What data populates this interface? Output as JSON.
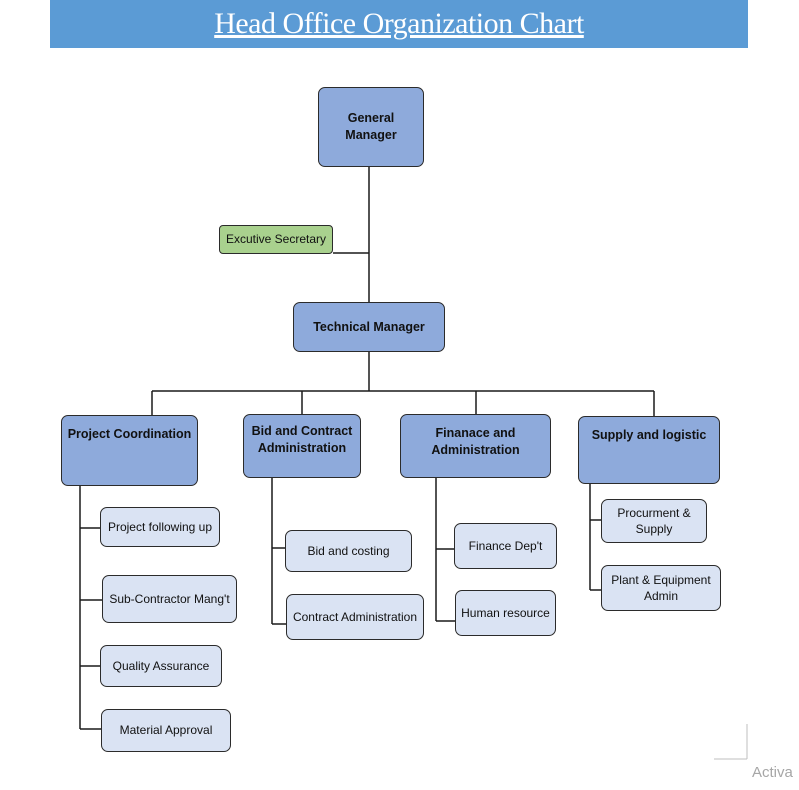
{
  "title": "Head Office Organization Chart",
  "nodes": {
    "general_manager": "General Manager",
    "executive_secretary": "Excutive Secretary",
    "technical_manager": "Technical Manager",
    "project_coordination": "Project Coordination",
    "bid_contract_admin": "Bid and Contract Administration",
    "finance_admin": "Finanace and Administration",
    "supply_logistic": "Supply and logistic",
    "project_following_up": "Project following up",
    "subcontractor_mgmt": "Sub-Contractor Mang't",
    "quality_assurance": "Quality Assurance",
    "material_approval": "Material Approval",
    "bid_costing": "Bid  and costing",
    "contract_administration": "Contract Administration",
    "finance_dept": "Finance Dep't",
    "human_resource": "Human resource",
    "procurement_supply": "Procurment  & Supply",
    "plant_equipment_admin": "Plant & Equipment  Admin"
  },
  "watermark": "Activa",
  "colors": {
    "title_bar": "#5b9bd5",
    "department_box": "#8eaadb",
    "unit_box": "#dae3f3",
    "secretary_box": "#a9d18e"
  }
}
